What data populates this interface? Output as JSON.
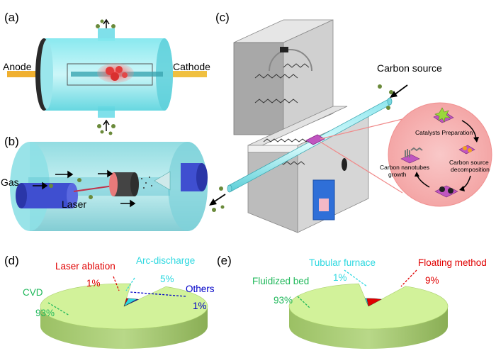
{
  "panel_labels": {
    "a": "(a)",
    "b": "(b)",
    "c": "(c)",
    "d": "(d)",
    "e": "(e)"
  },
  "panel_a": {
    "anode": "Anode",
    "cathode": "Cathode"
  },
  "panel_b": {
    "gas": "Gas",
    "laser": "Laser"
  },
  "panel_c": {
    "carbon_source": "Carbon source",
    "catalysts_preparation": "Catalysts Preparation",
    "carbon_source_decomposition_1": "Carbon source",
    "carbon_source_decomposition_2": "decomposition",
    "carbon_nanotubes_growth_1": "Carbon nanotubes",
    "carbon_nanotubes_growth_2": "growth"
  },
  "colors": {
    "pie_body": "#d2f29a",
    "pie_side": "#8fb45a",
    "laser_ablation": "#e00000",
    "arc_discharge": "#2dd8e0",
    "others": "#0000c8",
    "fluidized_bed": "#1fb85a",
    "floating_method": "#e00000"
  },
  "chart_data": [
    {
      "type": "pie",
      "panel": "(d)",
      "labels": [
        "CVD",
        "Laser ablation",
        "Arc-discharge",
        "Others"
      ],
      "values": [
        93,
        1,
        5,
        1
      ],
      "value_labels": [
        "93%",
        "1%",
        "5%",
        "1%"
      ]
    },
    {
      "type": "pie",
      "panel": "(e)",
      "labels": [
        "Fluidized bed",
        "Tubular furnace",
        "Floating method"
      ],
      "values": [
        93,
        1,
        9
      ],
      "value_labels": [
        "93%",
        "1%",
        "9%"
      ]
    }
  ]
}
